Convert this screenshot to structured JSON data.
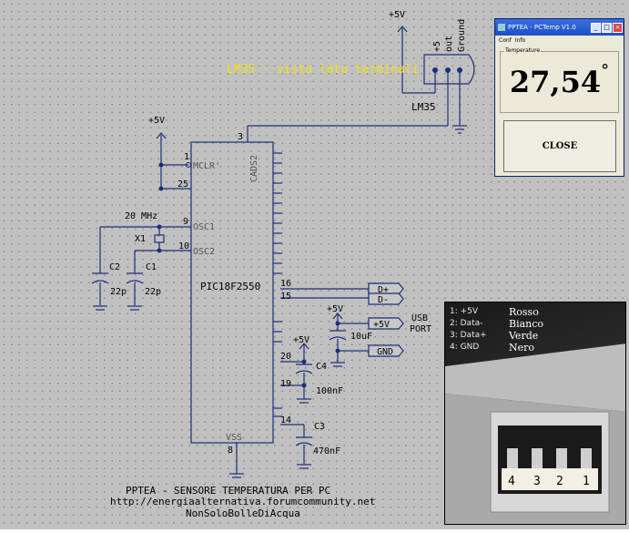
{
  "schematic": {
    "lm35_caption": "LM35 - vista lato terminali",
    "lm35_label": "LM35",
    "vcc_top": "+5V",
    "lm35_pins": [
      "+5",
      "out",
      "Ground"
    ],
    "chip_name": "PIC18F2550",
    "pin_mclr": "MCLR'",
    "pin_osc1": "OSC1",
    "pin_osc2": "OSC2",
    "pin_cads2": "CADS2",
    "pin_vss": "VSS",
    "pin_num_1": "1",
    "pin_num_25": "25",
    "pin_num_3": "3",
    "pin_num_9": "9",
    "pin_num_10": "10",
    "pin_num_16": "16",
    "pin_num_15": "15",
    "pin_num_20": "20",
    "pin_num_19": "19",
    "pin_num_14": "14",
    "pin_num_8": "8",
    "vcc_mclr": "+5V",
    "xtal_freq": "20 MHz",
    "xtal_ref": "X1",
    "cap_c2": "C2",
    "cap_c1": "C1",
    "cap_c2_val": "22p",
    "cap_c1_val": "22p",
    "vcc_usb": "+5V",
    "cap_10uf": "10uF",
    "vcc_c4": "+5V",
    "cap_c4": "C4",
    "cap_c4_val": "100nF",
    "cap_c3": "C3",
    "cap_c3_val": "470nF",
    "usb_port_l1": "USB",
    "usb_port_l2": "PORT",
    "usb_dplus": "D+",
    "usb_dminus": "D-",
    "usb_vcc": "+5V",
    "usb_gnd": "GND",
    "footer_title": "PPTEA - SENSORE TEMPERATURA PER PC",
    "footer_url": "http://energiaalternativa.forumcommunity.net",
    "footer_author": "NonSoloBolleDiAcqua"
  },
  "app_window": {
    "title": "PPTEA - PCTemp V1.0",
    "min": "_",
    "max": "□",
    "close_x": "×",
    "menu": [
      "Conf",
      "Info"
    ],
    "group_label": "Temperature",
    "temperature": "27,54",
    "degree": "°",
    "close_button": "CLOSE"
  },
  "usb_photo": {
    "pins": [
      {
        "key": "1: +5V",
        "color": "Rosso"
      },
      {
        "key": "2: Data-",
        "color": "Bianco"
      },
      {
        "key": "3: Data+",
        "color": "Verde"
      },
      {
        "key": "4: GND",
        "color": "Nero"
      }
    ],
    "pin_numbers": [
      "4",
      "3",
      "2",
      "1"
    ]
  }
}
